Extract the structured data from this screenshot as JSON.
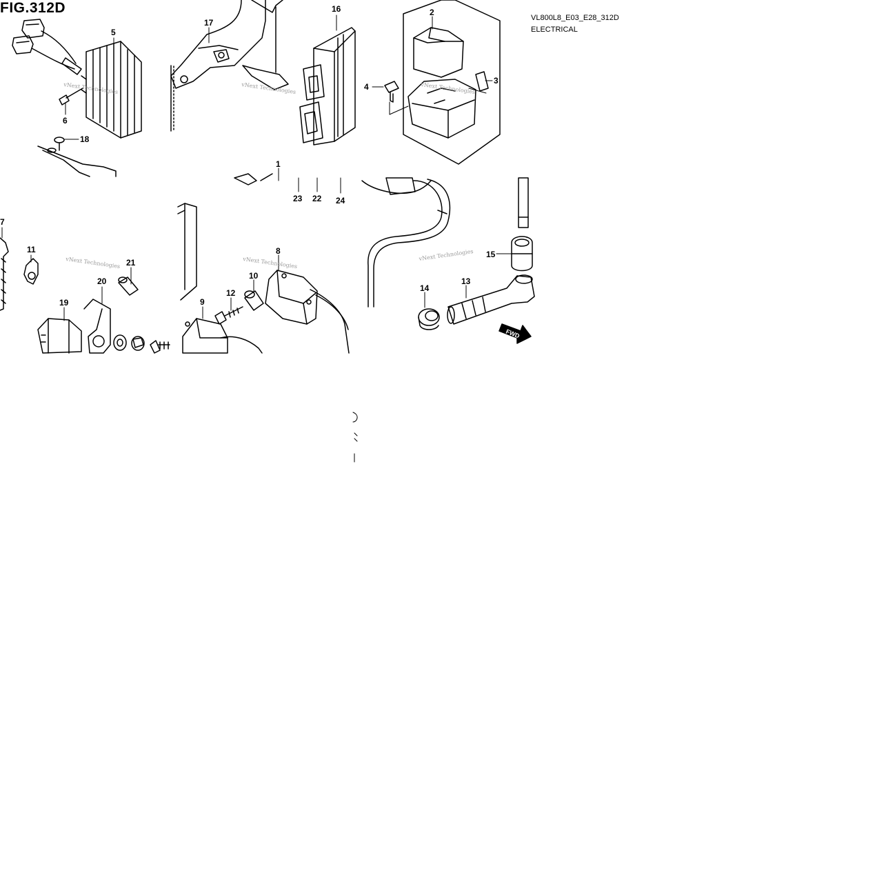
{
  "figure": {
    "title": "FIG.312D",
    "model_code": "VL800L8_E03_E28_312D",
    "section": "ELECTRICAL"
  },
  "watermark": "vNext Technologies",
  "direction_marker": "FWD",
  "colors": {
    "ink": "#000000",
    "paper": "#ffffff",
    "watermark": "#9a9a9a"
  },
  "callouts": [
    "1",
    "2",
    "3",
    "4",
    "5",
    "6",
    "7",
    "8",
    "9",
    "10",
    "11",
    "12",
    "13",
    "14",
    "15",
    "16",
    "17",
    "18",
    "19",
    "20",
    "21",
    "22",
    "23",
    "24"
  ]
}
